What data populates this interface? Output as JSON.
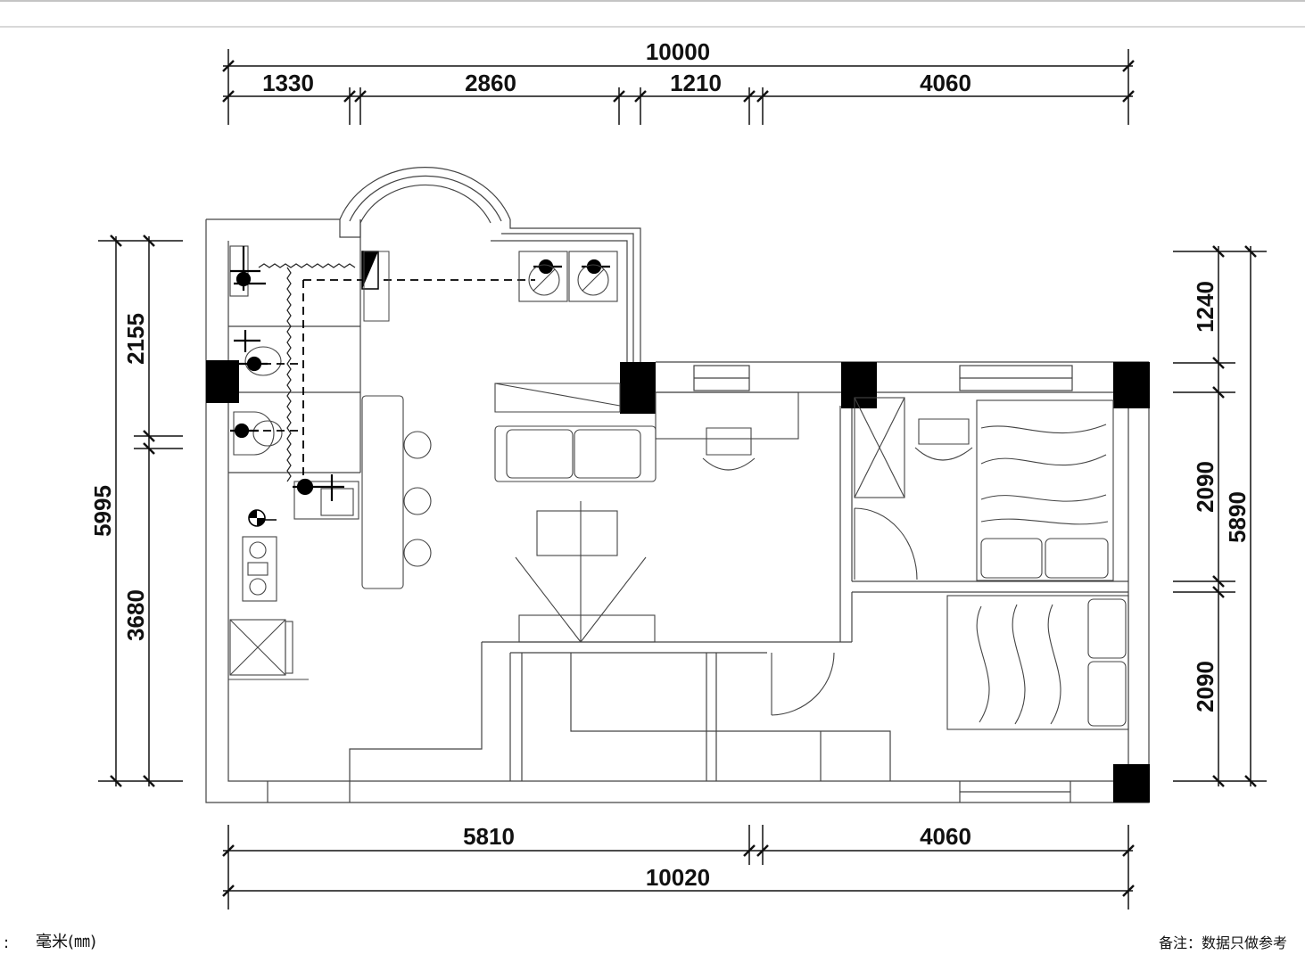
{
  "dimensions": {
    "top_total": "10000",
    "top_segments": [
      "1330",
      "2860",
      "1210",
      "4060"
    ],
    "bottom_segments": [
      "5810",
      "4060"
    ],
    "bottom_total": "10020",
    "left_total": "5995",
    "left_segments": [
      "2155",
      "3680"
    ],
    "right_total": "5890",
    "right_segments": [
      "1240",
      "2090",
      "2090"
    ]
  },
  "footer": {
    "unit_prefix": ":",
    "unit_label": "毫米(㎜)",
    "note": "备注：数据只做参考"
  }
}
